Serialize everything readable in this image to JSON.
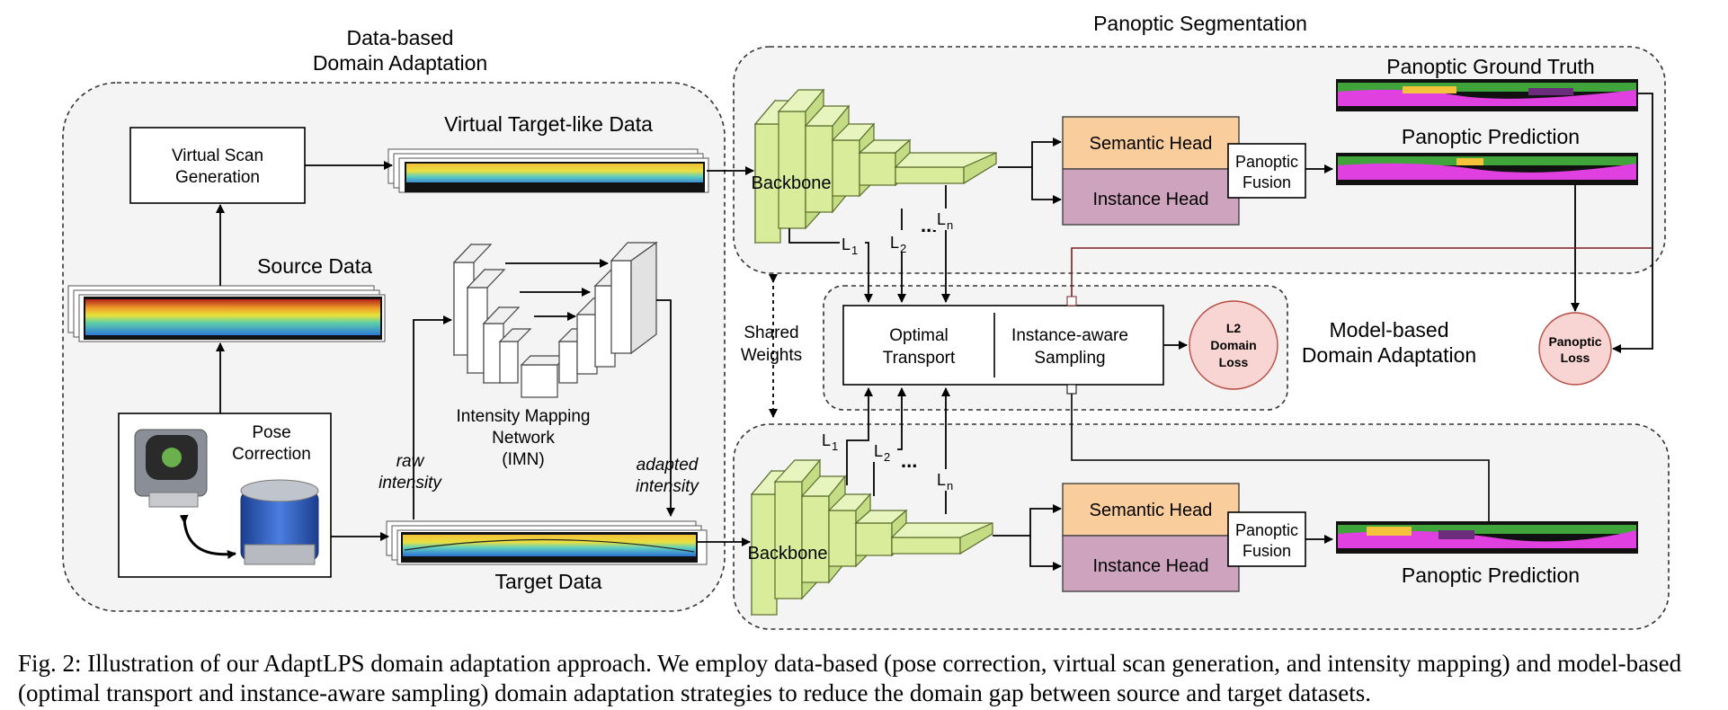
{
  "groups": {
    "data_based": [
      "Data-based",
      "Domain Adaptation"
    ],
    "panoptic_segmentation": "Panoptic Segmentation",
    "model_based": [
      "Model-based",
      "Domain Adaptation"
    ]
  },
  "nodes": {
    "virtual_scan": [
      "Virtual Scan",
      "Generation"
    ],
    "virtual_target_like_data": "Virtual Target-like Data",
    "source_data": "Source Data",
    "pose_correction": [
      "Pose",
      "Correction"
    ],
    "imn": [
      "Intensity Mapping",
      "Network",
      "(IMN)"
    ],
    "raw_intensity": [
      "raw",
      "intensity"
    ],
    "adapted_intensity": [
      "adapted",
      "intensity"
    ],
    "target_data": "Target Data",
    "shared_weights": [
      "Shared",
      "Weights"
    ],
    "backbone": "Backbone",
    "semantic_head": "Semantic Head",
    "instance_head": "Instance Head",
    "panoptic_fusion": [
      "Panoptic",
      "Fusion"
    ],
    "panoptic_ground_truth": "Panoptic Ground Truth",
    "panoptic_prediction": "Panoptic Prediction",
    "optimal_transport": [
      "Optimal",
      "Transport"
    ],
    "instance_aware_sampling": [
      "Instance-aware",
      "Sampling"
    ],
    "l2_domain_loss": [
      "L2",
      "Domain",
      "Loss"
    ],
    "panoptic_loss": [
      "Panoptic",
      "Loss"
    ],
    "layer_labels": {
      "l1": "L",
      "l1_sub": "1",
      "l2": "L",
      "l2_sub": "2",
      "ln": "L",
      "ln_sub": "n",
      "dots": "..."
    }
  },
  "caption": "Fig. 2: Illustration of our AdaptLPS domain adaptation approach. We employ data-based (pose correction, virtual scan generation, and intensity mapping) and model-based (optimal transport and instance-aware sampling) domain adaptation strategies to reduce the domain gap between source and target datasets.",
  "colors": {
    "backbone_green": "#d8ec9c",
    "semantic_orange": "#f9cd9c",
    "instance_purple": "#cda3bd",
    "loss_pink": "#f8d5d2",
    "panel_gray": "#f4f4f4"
  }
}
